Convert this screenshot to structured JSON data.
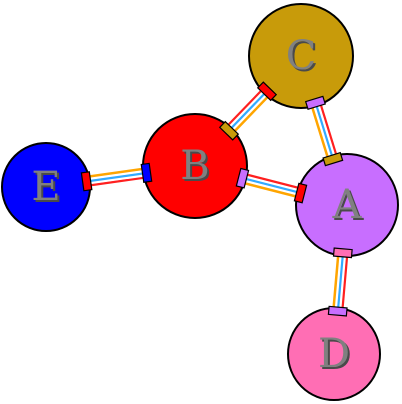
{
  "nodes": [
    {
      "id": "A",
      "label": "A",
      "fill": "#c86eff",
      "port_color": "#c86eff"
    },
    {
      "id": "B",
      "label": "B",
      "fill": "#ff0000",
      "port_color": "#ff0000"
    },
    {
      "id": "C",
      "label": "C",
      "fill": "#c89b0a",
      "port_color": "#c89b0a"
    },
    {
      "id": "D",
      "label": "D",
      "fill": "#ff6eb4",
      "port_color": "#ff6eb4"
    },
    {
      "id": "E",
      "label": "E",
      "fill": "#0000ff",
      "port_color": "#0000ff"
    }
  ],
  "edges": [
    {
      "from": "B",
      "to": "E"
    },
    {
      "from": "B",
      "to": "C"
    },
    {
      "from": "B",
      "to": "A"
    },
    {
      "from": "C",
      "to": "A"
    },
    {
      "from": "A",
      "to": "D"
    }
  ],
  "style": {
    "edge_stripe_colors": [
      "#ff2020",
      "#ffffff",
      "#33aaff",
      "#ffffff",
      "#ffa500"
    ],
    "label_color": "#808080",
    "label_shadow_color": "#4a4a4a",
    "node_outline_color": "#000000"
  }
}
